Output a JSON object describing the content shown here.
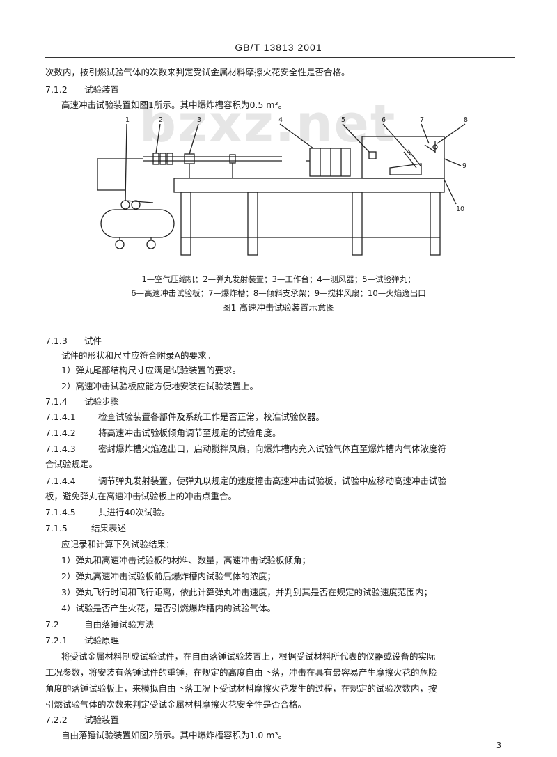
{
  "header": {
    "code": "GB/T 13813    2001"
  },
  "watermark": "bzxz.net",
  "lines": {
    "l0": "次数内，按引燃试验气体的次数来判定受试金属材料摩擦火花安全性是否合格。",
    "s712_num": "7.1.2",
    "s712_title": "试验装置",
    "l1": "高速冲击试验装置如图1所示。其中爆炸槽容积为0.5 m³。",
    "s713_num": "7.1.3",
    "s713_title": "试件",
    "l2": "试件的形状和尺寸应符合附录A的要求。",
    "l3": "1）弹丸尾部结构尺寸应满足试验装置的要求。",
    "l4": "2）高速冲击试验板应能方便地安装在试验装置上。",
    "s714_num": "7.1.4",
    "s714_title": "试验步骤",
    "s7141_num": "7.1.4.1",
    "s7141_text": "检查试验装置各部件及系统工作是否正常，校准试验仪器。",
    "s7142_num": "7.1.4.2",
    "s7142_text": "将高速冲击试验板倾角调节至规定的试验角度。",
    "s7143_num": "7.1.4.3",
    "s7143_text": "密封爆炸槽火焰逸出口，启动搅拌风扇，向爆炸槽内充入试验气体直至爆炸槽内气体浓度符",
    "s7143_cont": "合试验规定。",
    "s7144_num": "7.1.4.4",
    "s7144_text": "调节弹丸发射装置，使弹丸以规定的速度撞击高速冲击试验板，试验中应移动高速冲击试验",
    "s7144_cont": "板，避免弹丸在高速冲击试验板上的冲击点重合。",
    "s7145_num": "7.1.4.5",
    "s7145_text": "共进行40次试验。",
    "s715_num": "7.1.5",
    "s715_title": "结果表述",
    "l5": "应记录和计算下列试验结果：",
    "l6": "1）弹丸和高速冲击试验板的材料、数量，高速冲击试验板倾角；",
    "l7": "2）弹丸高速冲击试验板前后爆炸槽内试验气体的浓度；",
    "l8": "3）弹丸飞行时间和飞行距离，依此计算弹丸冲击速度，并判别其是否在规定的试验速度范围内；",
    "l9": "4）试验是否产生火花，是否引燃爆炸槽内的试验气体。",
    "s72_num": "7.2",
    "s72_title": "自由落锤试验方法",
    "s721_num": "7.2.1",
    "s721_title": "试验原理",
    "p1": "将受试金属材料制成试验试件，在自由落锤试验装置上，根据受试材料所代表的仪器或设备的实际",
    "p2": "工况参数，将安装有落锤试件的重锤，在规定的高度自由下落，冲击在具有最容易产生摩擦火花的危险",
    "p3": "角度的落锤试验板上，来模拟自由下落工况下受试材料摩擦火花发生的过程，在规定的试验次数内，按",
    "p4": "引燃试验气体的次数来判定受试金属材料摩擦火花安全性是否合格。",
    "s722_num": "7.2.2",
    "s722_title": "试验装置",
    "l10": "自由落锤试验装置如图2所示。其中爆炸槽容积为1.0 m³。"
  },
  "figure": {
    "callouts": [
      "1",
      "2",
      "3",
      "4",
      "5",
      "6",
      "7",
      "8",
      "9",
      "10"
    ],
    "legend_line1": "1—空气压缩机；2—弹丸发射装置；3—工作台；4—测风器；5—试验弹丸；",
    "legend_line2": "6—高速冲击试验板；7—爆炸槽；8—倾斜支承架；9—搅拌风扇；10—火焰逸出口",
    "caption": "图1    高速冲击试验装置示意图"
  },
  "page_number": "3"
}
